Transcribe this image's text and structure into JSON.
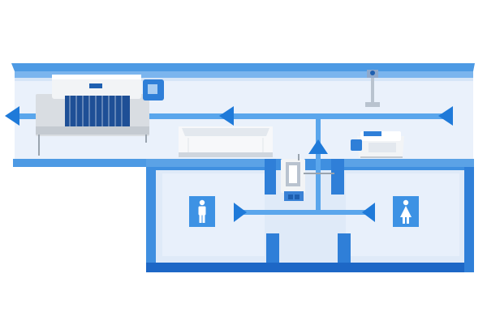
{
  "diagram": {
    "kind": "floor-plan-flow",
    "colors": {
      "wall_face": "#4d9ae4",
      "wall_top": "#2f7fd8",
      "wall_dark": "#1d67c6",
      "floor": "#dfeaf8",
      "floor_light": "#eef4fc",
      "flow_line": "#5aa6ec",
      "arrow": "#1f7ad9",
      "person_tile": "#3d92e4",
      "machine_body": "#f2f4f6",
      "machine_accent": "#1e5fb0"
    },
    "rooms": [
      {
        "id": "corridor",
        "icon": "none"
      },
      {
        "id": "room-male",
        "icon": "male-person-icon"
      },
      {
        "id": "room-female",
        "icon": "female-person-icon"
      }
    ],
    "equipment": [
      {
        "id": "conveyor-dishwasher",
        "icon": "conveyor-dishwasher-icon"
      },
      {
        "id": "sink-counter",
        "icon": "sink-counter-icon"
      },
      {
        "id": "pass-through-dishwasher",
        "icon": "pass-through-dishwasher-icon"
      },
      {
        "id": "undercounter-dishwasher",
        "icon": "undercounter-dishwasher-icon"
      },
      {
        "id": "ceiling-pipe",
        "icon": "ceiling-pipe-icon"
      }
    ],
    "flows": [
      {
        "id": "flow-main-left",
        "direction": "left"
      },
      {
        "id": "flow-right-inlet",
        "direction": "left"
      },
      {
        "id": "flow-up-to-corridor",
        "direction": "up"
      },
      {
        "id": "flow-male-to-center",
        "direction": "right"
      },
      {
        "id": "flow-female-to-center",
        "direction": "left"
      }
    ]
  }
}
